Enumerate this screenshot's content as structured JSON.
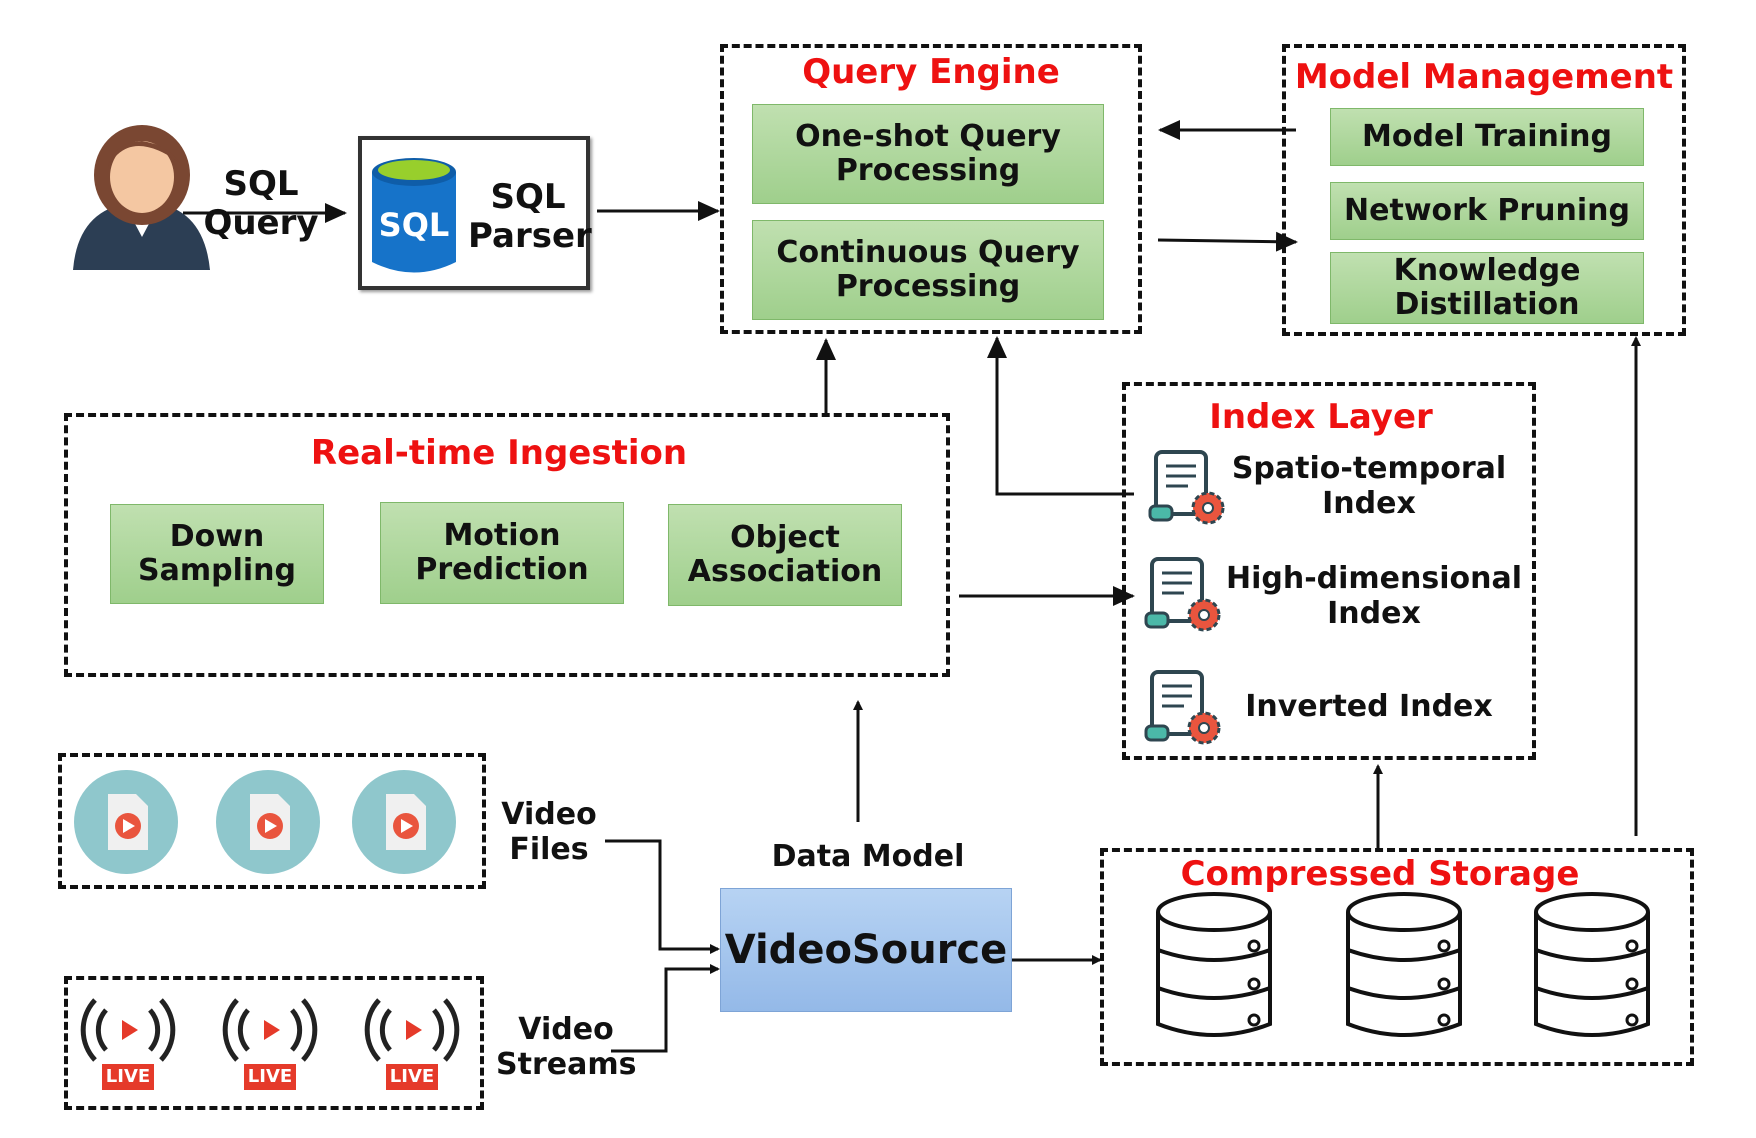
{
  "user": {
    "arrow_label": "SQL\nQuery"
  },
  "sql_parser": {
    "icon_text": "SQL",
    "label": "SQL\nParser"
  },
  "query_engine": {
    "title": "Query Engine",
    "items": [
      "One-shot Query\nProcessing",
      "Continuous Query\nProcessing"
    ]
  },
  "model_management": {
    "title": "Model Management",
    "items": [
      "Model Training",
      "Network Pruning",
      "Knowledge\nDistillation"
    ]
  },
  "ingestion": {
    "title": "Real-time Ingestion",
    "items": [
      "Down\nSampling",
      "Motion\nPrediction",
      "Object\nAssociation"
    ]
  },
  "index_layer": {
    "title": "Index Layer",
    "items": [
      "Spatio-temporal\nIndex",
      "High-dimensional\nIndex",
      "Inverted Index"
    ]
  },
  "sources": {
    "files_label": "Video\nFiles",
    "streams_label": "Video\nStreams",
    "live_badge": "LIVE"
  },
  "data_model": {
    "caption": "Data Model",
    "label": "VideoSource"
  },
  "storage": {
    "title": "Compressed Storage"
  },
  "colors": {
    "title_red": "#ee1111",
    "box_green": "#a9d597",
    "video_teal": "#8fc7cc",
    "videosource_blue": "#a5c6ee"
  }
}
